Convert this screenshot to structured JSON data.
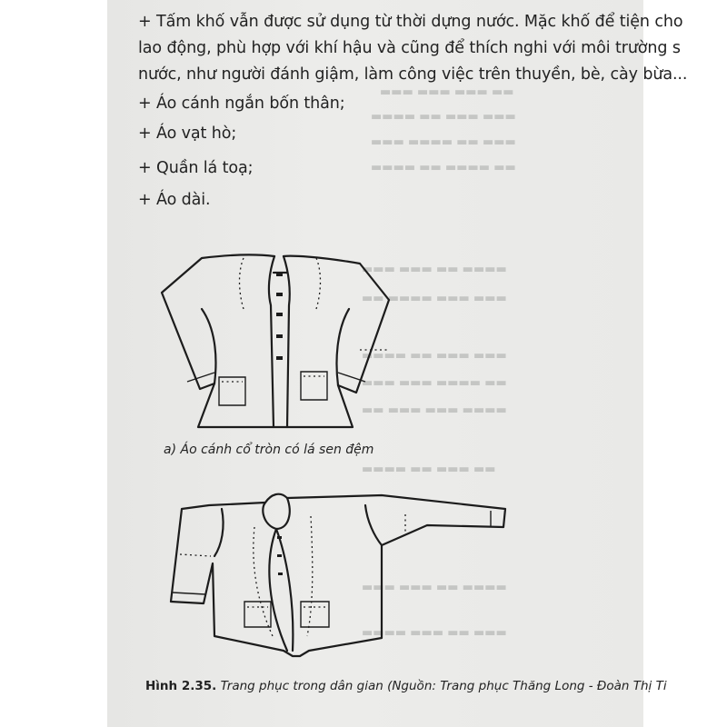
{
  "text_lines": [
    "+ Tấm khố vẫn được sử dụng từ thời dựng nước. Mặc khố để tiện cho",
    "lao động, phù hợp với khí hậu và cũng để thích nghi với môi trường s",
    "nước, như người đánh giậm, làm công việc trên thuyền, bè, cày bừa...",
    "+ Áo cánh ngắn bốn thân;",
    "+ Áo vạt hò;",
    "+ Quần lá toạ;",
    "+ Áo dài."
  ],
  "figure": {
    "caption_a": "a) Áo cánh cổ tròn có lá sen đệm",
    "caption_label": "Hình 2.35.",
    "caption_text": " Trang phục trong dân gian (Nguồn: Trang phục Thăng Long - Đoàn Thị Ti"
  }
}
